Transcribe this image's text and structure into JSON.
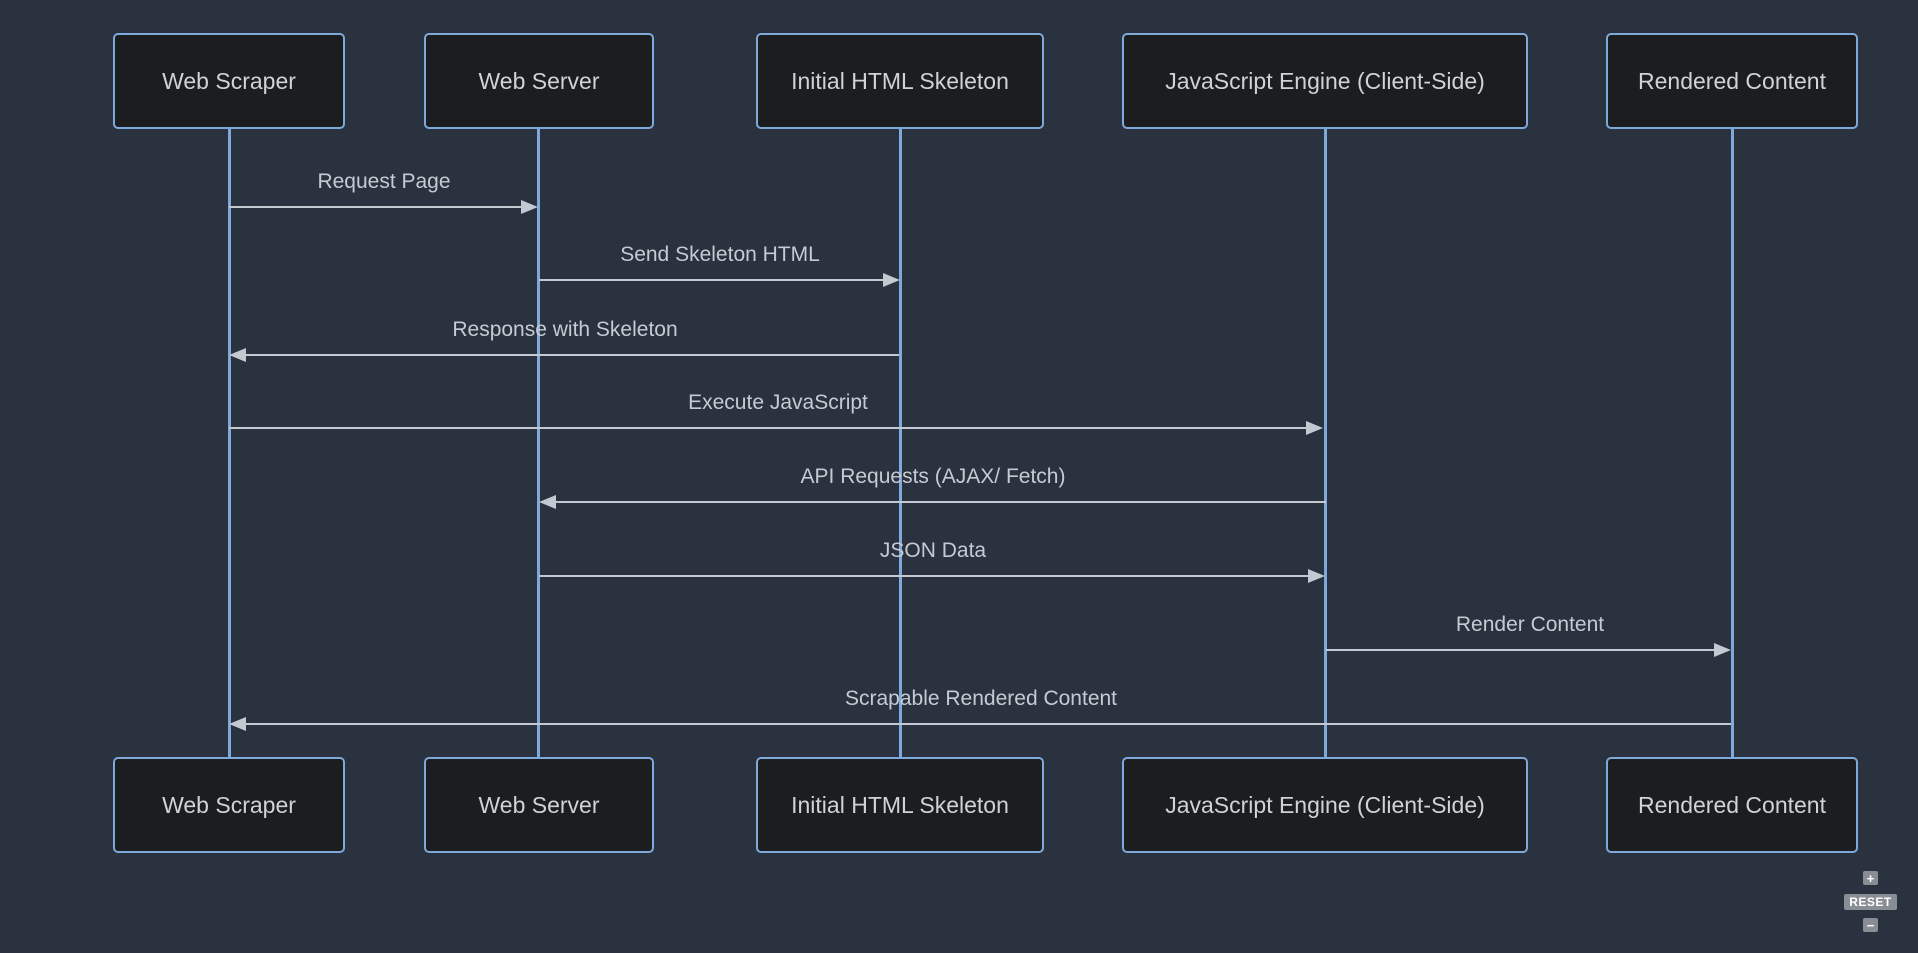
{
  "diagram": {
    "type": "sequence",
    "actors": [
      {
        "label": "Web Scraper"
      },
      {
        "label": "Web Server"
      },
      {
        "label": "Initial HTML Skeleton"
      },
      {
        "label": "JavaScript Engine (Client-Side)"
      },
      {
        "label": "Rendered Content"
      }
    ],
    "messages": [
      {
        "label": "Request Page",
        "from": "Web Scraper",
        "to": "Web Server"
      },
      {
        "label": "Send Skeleton HTML",
        "from": "Web Server",
        "to": "Initial HTML Skeleton"
      },
      {
        "label": "Response with Skeleton",
        "from": "Initial HTML Skeleton",
        "to": "Web Scraper"
      },
      {
        "label": "Execute JavaScript",
        "from": "Web Scraper",
        "to": "JavaScript Engine (Client-Side)"
      },
      {
        "label": "API Requests (AJAX/ Fetch)",
        "from": "JavaScript Engine (Client-Side)",
        "to": "Web Server"
      },
      {
        "label": "JSON Data",
        "from": "Web Server",
        "to": "JavaScript Engine (Client-Side)"
      },
      {
        "label": "Render Content",
        "from": "JavaScript Engine (Client-Side)",
        "to": "Rendered Content"
      },
      {
        "label": "Scrapable Rendered Content",
        "from": "Rendered Content",
        "to": "Web Scraper"
      }
    ]
  },
  "controls": {
    "zoom_in": "+",
    "reset": "RESET",
    "zoom_out": "−"
  },
  "colors": {
    "background": "#2a313f",
    "actor_fill": "#1c1d1e",
    "actor_border": "#7ea9da",
    "lifeline": "#7ea9da",
    "signal": "#c3c9d1",
    "text": "#d0d2d5",
    "control_bg": "#898e94"
  }
}
